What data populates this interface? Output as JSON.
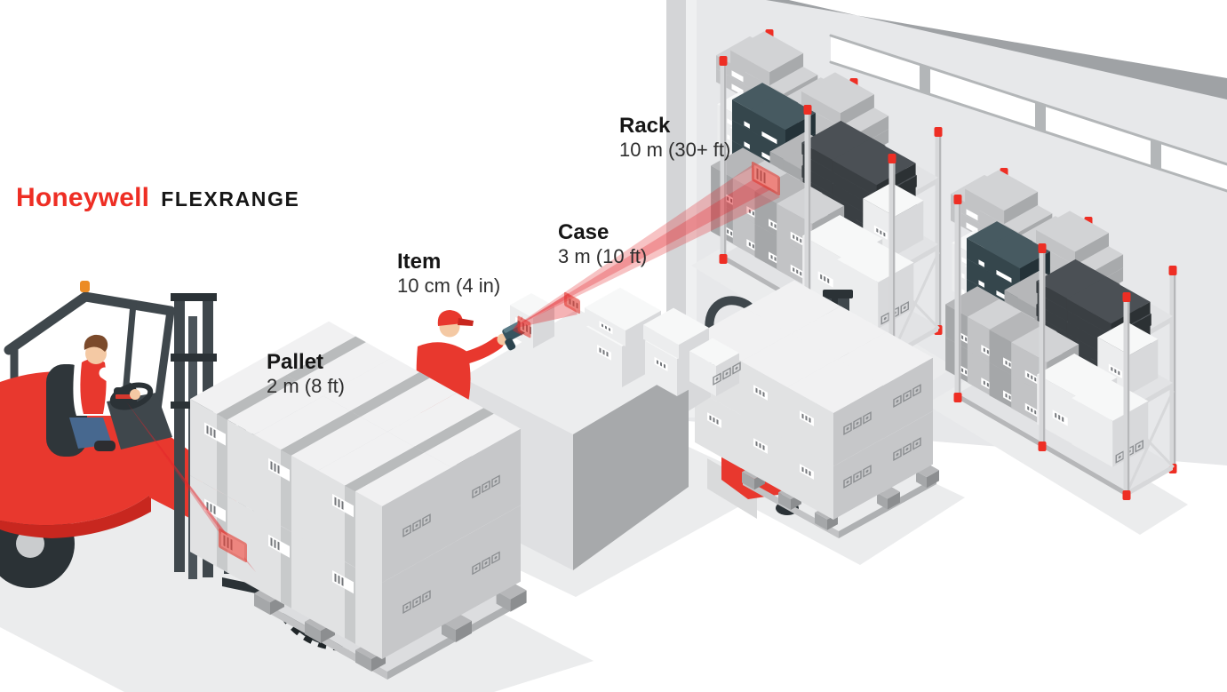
{
  "logo": {
    "brand": "Honeywell",
    "product": "FLEXRANGE"
  },
  "callouts": {
    "pallet": {
      "label": "Pallet",
      "distance": "2 m (8 ft)"
    },
    "item": {
      "label": "Item",
      "distance": "10 cm (4 in)"
    },
    "case": {
      "label": "Case",
      "distance": "3 m (10 ft)"
    },
    "rack": {
      "label": "Rack",
      "distance": "10 m (30+ ft)"
    }
  },
  "scene": {
    "objects": [
      "warehouse-wall-with-windows",
      "forklift-with-driver",
      "forklift-mounted-scanner",
      "pallet-of-boxes",
      "worker-with-handheld-scanner",
      "packing-desk",
      "item-box",
      "case-stack",
      "pallet-stacker",
      "stacker-pallet-load",
      "storage-rack-1",
      "storage-rack-2",
      "laser-beam-to-pallet",
      "laser-beam-to-item",
      "laser-beam-to-case",
      "laser-beam-to-rack"
    ]
  },
  "colors": {
    "brand_red": "#EE2E24",
    "text_dark": "#161616",
    "text_sub": "#2E2E2E",
    "laser": "#E3262C",
    "laser_patch": "#E23A30",
    "machine_red": "#E8382E",
    "machine_red_dark": "#C8271F",
    "steel": "#3F474C",
    "steel_dark": "#2B3236",
    "steel_mid": "#4B545A",
    "metal": "#D7D8DA",
    "metal_dark": "#B6B7B9",
    "metal_light": "#E2E3E5",
    "wall": "#E7E8EA",
    "wall_edge": "#D4D5D7",
    "wall_band": "#9FA2A5",
    "mullion": "#B3B6B8",
    "floor_shadow": "#EBECED",
    "box_top": "#F1F1F2",
    "box_side": "#E1E2E3",
    "box_shade": "#C6C7C9",
    "tape": "#AFB1B3",
    "white_top": "#F7F8F8",
    "white_side": "#ECEDEE",
    "white_shade": "#D8D9DB",
    "gray_top": "#D2D3D5",
    "gray_side": "#C2C3C5",
    "gray_shade": "#A8AAAC",
    "mid_top": "#B6B7B9",
    "mid_side": "#A5A7A9",
    "mid_shade": "#8C8E90",
    "char_top": "#4B5055",
    "char_side": "#3A3F43",
    "char_shade": "#2C3134",
    "teal_top": "#475A61",
    "teal_side": "#35464C",
    "teal_shade": "#243238",
    "skin": "#F4C9A4",
    "hair": "#7B4A2B",
    "jeans": "#47688F",
    "pants": "#2D2D30",
    "orange_beacon": "#EC8B24"
  }
}
